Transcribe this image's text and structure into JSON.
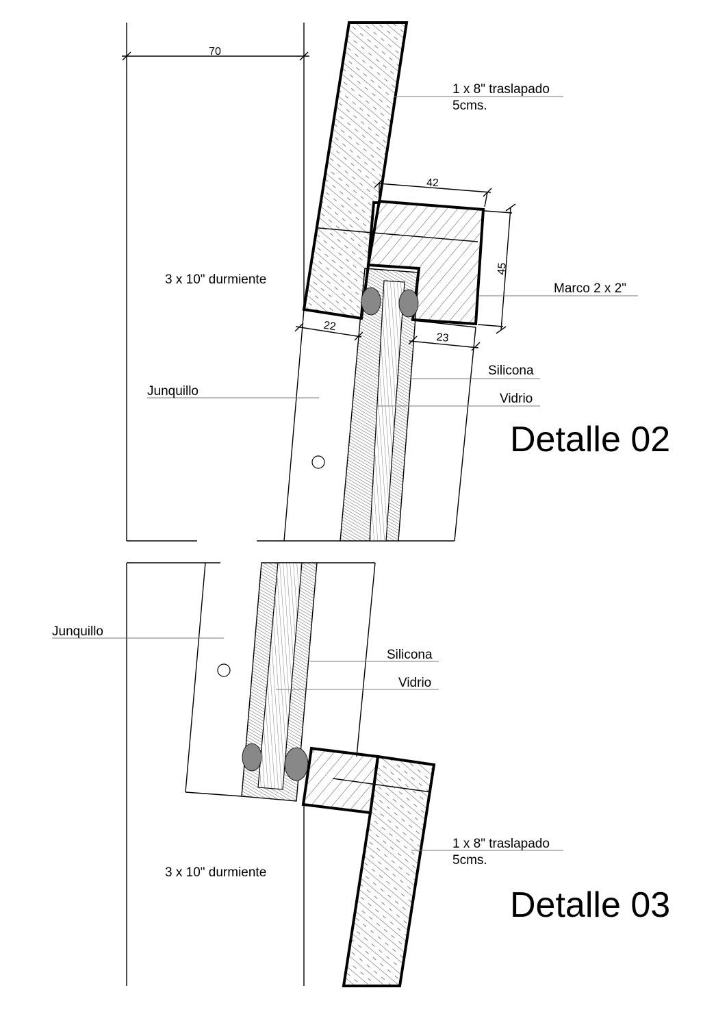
{
  "detail_02": {
    "title": "Detalle 02",
    "labels": {
      "board": "1 x 8\" traslapado",
      "board_sub": "5cms.",
      "sleeper": "3 x 10\" durmiente",
      "frame": "Marco 2 x 2\"",
      "bead": "Junquillo",
      "silicone": "Silicona",
      "glass": "Vidrio"
    },
    "dimensions": {
      "sleeper_width": "70",
      "frame_width": "42",
      "frame_height": "45",
      "left_gap": "22",
      "right_gap": "23"
    }
  },
  "detail_03": {
    "title": "Detalle 03",
    "labels": {
      "bead": "Junquillo",
      "silicone": "Silicona",
      "glass": "Vidrio",
      "board": "1 x 8\" traslapado",
      "board_sub": "5cms.",
      "sleeper": "3 x 10\" durmiente"
    }
  }
}
